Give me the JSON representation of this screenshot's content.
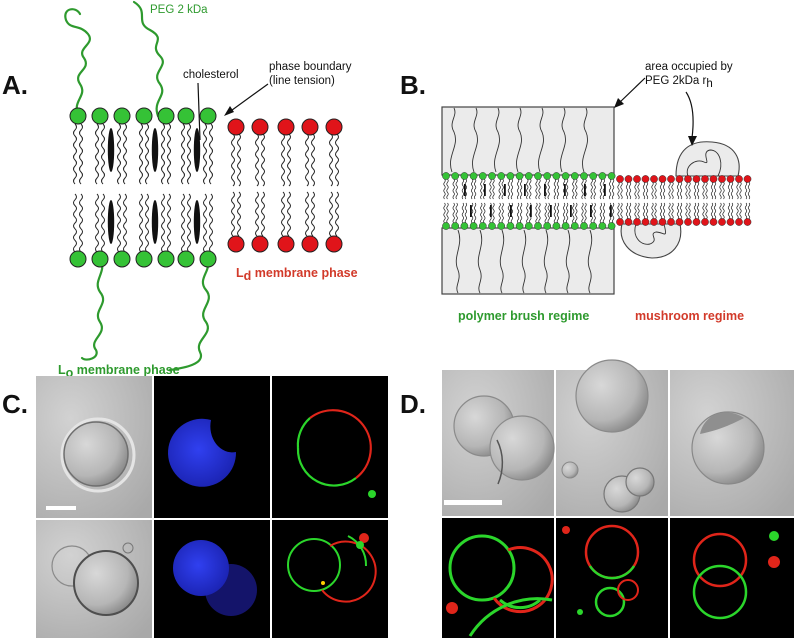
{
  "panels": {
    "a": {
      "letter": "A."
    },
    "b": {
      "letter": "B."
    },
    "c": {
      "letter": "C."
    },
    "d": {
      "letter": "D."
    }
  },
  "panel_a": {
    "peg_label": "PEG 2 kDa",
    "cholesterol_label": "cholesterol",
    "boundary_label_line1": "phase boundary",
    "boundary_label_line2": "(line tension)",
    "ld_label_prefix": "L",
    "ld_label_sub": "d",
    "ld_label_rest": " membrane phase",
    "lo_label_prefix": "L",
    "lo_label_sub": "o",
    "lo_label_rest": " membrane phase"
  },
  "panel_b": {
    "area_label_line1": "area occupied by",
    "area_label_line2_prefix": "PEG 2kDa r",
    "area_label_line2_sub": "h",
    "brush_label": "polymer brush regime",
    "mushroom_label": "mushroom regime"
  },
  "colors": {
    "lo_green": "#2e9a2e",
    "ld_red": "#d23a2a",
    "head_green": "#35c236",
    "head_red": "#e0141a",
    "dic_gray": "#bdbdbd",
    "dye_blue": "#1f2bd8"
  }
}
